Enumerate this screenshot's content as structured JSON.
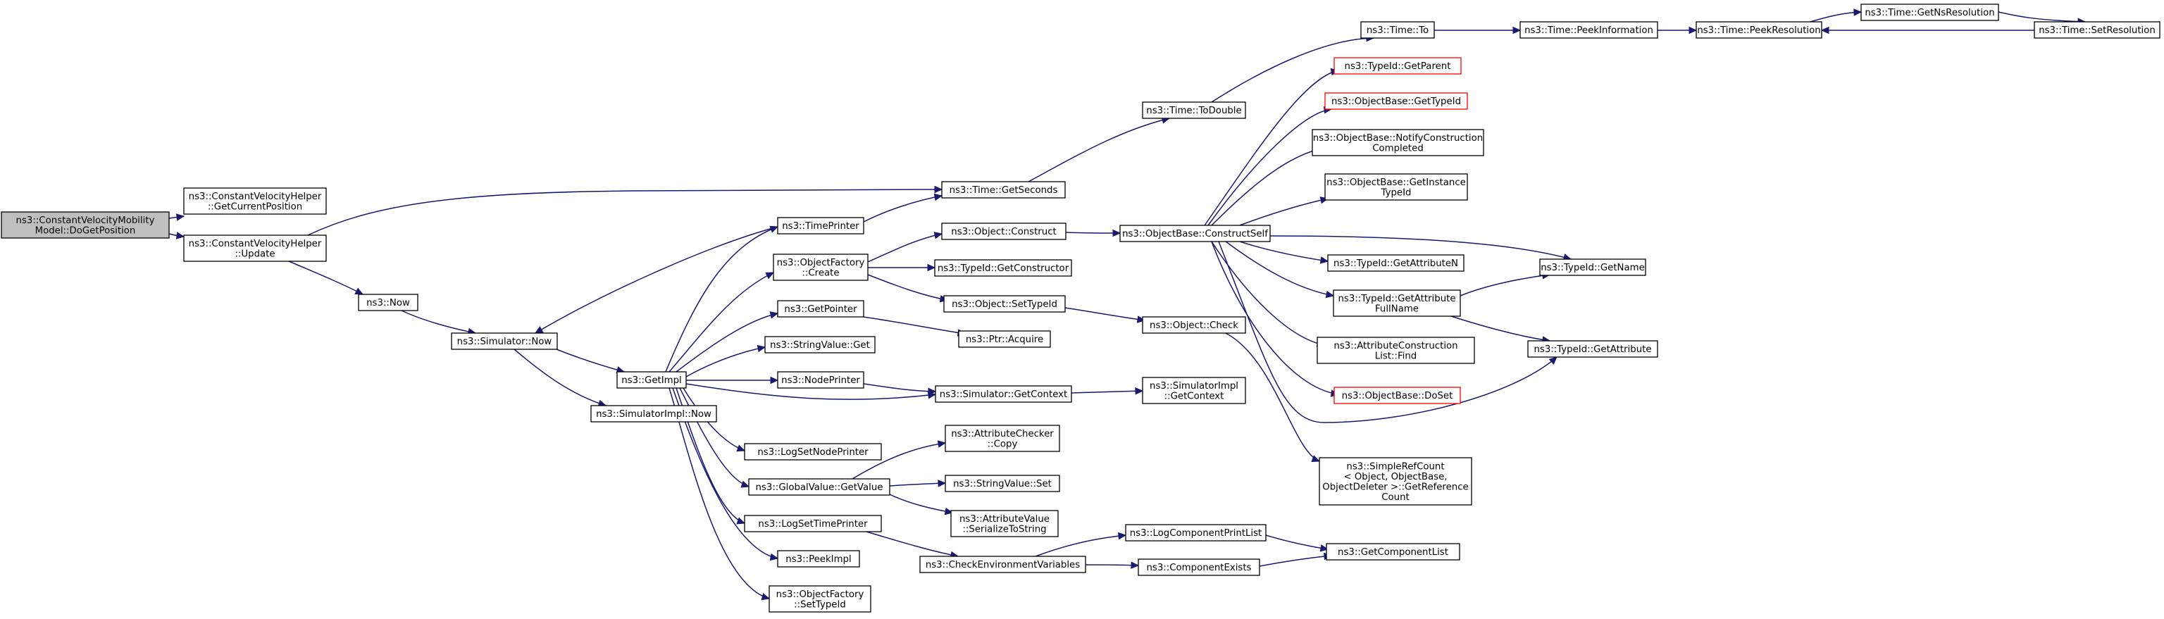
{
  "graph": {
    "colors": {
      "edge": "#191970",
      "node_border": "#000000",
      "root_fill": "#bfbfbf",
      "highlight_border": "#ff0000",
      "node_fill": "#ffffff"
    },
    "nodes": [
      {
        "id": "root",
        "lines": [
          "ns3::ConstantVelocityMobility",
          "Model::DoGetPosition"
        ],
        "style": "root"
      },
      {
        "id": "getCurrentPosition",
        "lines": [
          "ns3::ConstantVelocityHelper",
          "::GetCurrentPosition"
        ]
      },
      {
        "id": "helperUpdate",
        "lines": [
          "ns3::ConstantVelocityHelper",
          "::Update"
        ]
      },
      {
        "id": "now",
        "lines": [
          "ns3::Now"
        ]
      },
      {
        "id": "simulatorNow",
        "lines": [
          "ns3::Simulator::Now"
        ]
      },
      {
        "id": "getImpl",
        "lines": [
          "ns3::GetImpl"
        ]
      },
      {
        "id": "simulatorImplNow",
        "lines": [
          "ns3::SimulatorImpl::Now"
        ]
      },
      {
        "id": "timePrinter",
        "lines": [
          "ns3::TimePrinter"
        ]
      },
      {
        "id": "objectFactoryCreate",
        "lines": [
          "ns3::ObjectFactory",
          "::Create"
        ]
      },
      {
        "id": "getPointer",
        "lines": [
          "ns3::GetPointer"
        ]
      },
      {
        "id": "stringValueGet",
        "lines": [
          "ns3::StringValue::Get"
        ]
      },
      {
        "id": "nodePrinter",
        "lines": [
          "ns3::NodePrinter"
        ]
      },
      {
        "id": "logSetNodePrinter",
        "lines": [
          "ns3::LogSetNodePrinter"
        ]
      },
      {
        "id": "globalValueGetValue",
        "lines": [
          "ns3::GlobalValue::GetValue"
        ]
      },
      {
        "id": "logSetTimePrinter",
        "lines": [
          "ns3::LogSetTimePrinter"
        ]
      },
      {
        "id": "peekImpl",
        "lines": [
          "ns3::PeekImpl"
        ]
      },
      {
        "id": "objectFactorySetTypeId",
        "lines": [
          "ns3::ObjectFactory",
          "::SetTypeId"
        ]
      },
      {
        "id": "timeGetSeconds",
        "lines": [
          "ns3::Time::GetSeconds"
        ]
      },
      {
        "id": "objectConstruct",
        "lines": [
          "ns3::Object::Construct"
        ]
      },
      {
        "id": "typeIdGetConstructor",
        "lines": [
          "ns3::TypeId::GetConstructor"
        ]
      },
      {
        "id": "objectSetTypeId",
        "lines": [
          "ns3::Object::SetTypeId"
        ]
      },
      {
        "id": "ptrAcquire",
        "lines": [
          "ns3::Ptr::Acquire"
        ]
      },
      {
        "id": "simulatorGetContext",
        "lines": [
          "ns3::Simulator::GetContext"
        ]
      },
      {
        "id": "attributeCheckerCopy",
        "lines": [
          "ns3::AttributeChecker",
          "::Copy"
        ]
      },
      {
        "id": "stringValueSet",
        "lines": [
          "ns3::StringValue::Set"
        ]
      },
      {
        "id": "attributeValueSerialize",
        "lines": [
          "ns3::AttributeValue",
          "::SerializeToString"
        ]
      },
      {
        "id": "checkEnvironmentVariables",
        "lines": [
          "ns3::CheckEnvironmentVariables"
        ]
      },
      {
        "id": "timeToDouble",
        "lines": [
          "ns3::Time::ToDouble"
        ]
      },
      {
        "id": "objectBaseConstructSelf",
        "lines": [
          "ns3::ObjectBase::ConstructSelf"
        ]
      },
      {
        "id": "objectCheck",
        "lines": [
          "ns3::Object::Check"
        ]
      },
      {
        "id": "simulatorImplGetContext",
        "lines": [
          "ns3::SimulatorImpl",
          "::GetContext"
        ]
      },
      {
        "id": "logComponentPrintList",
        "lines": [
          "ns3::LogComponentPrintList"
        ]
      },
      {
        "id": "componentExists",
        "lines": [
          "ns3::ComponentExists"
        ]
      },
      {
        "id": "timeTo",
        "lines": [
          "ns3::Time::To"
        ]
      },
      {
        "id": "typeIdGetParent",
        "lines": [
          "ns3::TypeId::GetParent"
        ],
        "style": "red"
      },
      {
        "id": "objectBaseGetTypeId",
        "lines": [
          "ns3::ObjectBase::GetTypeId"
        ],
        "style": "red"
      },
      {
        "id": "notifyConstructionCompleted",
        "lines": [
          "ns3::ObjectBase::NotifyConstruction",
          "Completed"
        ]
      },
      {
        "id": "getInstanceTypeId",
        "lines": [
          "ns3::ObjectBase::GetInstance",
          "TypeId"
        ]
      },
      {
        "id": "typeIdGetAttributeN",
        "lines": [
          "ns3::TypeId::GetAttributeN"
        ]
      },
      {
        "id": "typeIdGetAttributeFullName",
        "lines": [
          "ns3::TypeId::GetAttribute",
          "FullName"
        ]
      },
      {
        "id": "attributeConstructionListFind",
        "lines": [
          "ns3::AttributeConstruction",
          "List::Find"
        ]
      },
      {
        "id": "objectBaseDoSet",
        "lines": [
          "ns3::ObjectBase::DoSet"
        ],
        "style": "red"
      },
      {
        "id": "simpleRefCount",
        "lines": [
          "ns3::SimpleRefCount",
          "< Object, ObjectBase,",
          " ObjectDeleter >::GetReference",
          "Count"
        ]
      },
      {
        "id": "getComponentList",
        "lines": [
          "ns3::GetComponentList"
        ]
      },
      {
        "id": "timePeekInformation",
        "lines": [
          "ns3::Time::PeekInformation"
        ]
      },
      {
        "id": "typeIdGetName",
        "lines": [
          "ns3::TypeId::GetName"
        ]
      },
      {
        "id": "typeIdGetAttribute",
        "lines": [
          "ns3::TypeId::GetAttribute"
        ]
      },
      {
        "id": "timePeekResolution",
        "lines": [
          "ns3::Time::PeekResolution"
        ]
      },
      {
        "id": "timeGetNsResolution",
        "lines": [
          "ns3::Time::GetNsResolution"
        ]
      },
      {
        "id": "timeSetResolution",
        "lines": [
          "ns3::Time::SetResolution"
        ]
      }
    ],
    "edges": [
      {
        "from": "root",
        "to": "getCurrentPosition"
      },
      {
        "from": "root",
        "to": "helperUpdate"
      },
      {
        "from": "helperUpdate",
        "to": "timeGetSeconds"
      },
      {
        "from": "helperUpdate",
        "to": "now"
      },
      {
        "from": "now",
        "to": "simulatorNow"
      },
      {
        "from": "simulatorNow",
        "to": "getImpl"
      },
      {
        "from": "simulatorNow",
        "to": "simulatorImplNow"
      },
      {
        "from": "getImpl",
        "to": "timePrinter"
      },
      {
        "from": "getImpl",
        "to": "objectFactoryCreate"
      },
      {
        "from": "getImpl",
        "to": "getPointer"
      },
      {
        "from": "getImpl",
        "to": "stringValueGet"
      },
      {
        "from": "getImpl",
        "to": "nodePrinter"
      },
      {
        "from": "getImpl",
        "to": "simulatorGetContext"
      },
      {
        "from": "getImpl",
        "to": "logSetNodePrinter"
      },
      {
        "from": "getImpl",
        "to": "globalValueGetValue"
      },
      {
        "from": "getImpl",
        "to": "logSetTimePrinter"
      },
      {
        "from": "getImpl",
        "to": "peekImpl"
      },
      {
        "from": "getImpl",
        "to": "objectFactorySetTypeId"
      },
      {
        "from": "timePrinter",
        "to": "simulatorNow"
      },
      {
        "from": "timePrinter",
        "to": "timeGetSeconds"
      },
      {
        "from": "objectFactoryCreate",
        "to": "objectConstruct"
      },
      {
        "from": "objectFactoryCreate",
        "to": "typeIdGetConstructor"
      },
      {
        "from": "objectFactoryCreate",
        "to": "objectSetTypeId"
      },
      {
        "from": "getPointer",
        "to": "ptrAcquire"
      },
      {
        "from": "nodePrinter",
        "to": "simulatorGetContext"
      },
      {
        "from": "globalValueGetValue",
        "to": "attributeCheckerCopy"
      },
      {
        "from": "globalValueGetValue",
        "to": "stringValueSet"
      },
      {
        "from": "globalValueGetValue",
        "to": "attributeValueSerialize"
      },
      {
        "from": "logSetTimePrinter",
        "to": "checkEnvironmentVariables"
      },
      {
        "from": "timeGetSeconds",
        "to": "timeToDouble"
      },
      {
        "from": "objectConstruct",
        "to": "objectBaseConstructSelf"
      },
      {
        "from": "objectSetTypeId",
        "to": "objectCheck"
      },
      {
        "from": "simulatorGetContext",
        "to": "simulatorImplGetContext"
      },
      {
        "from": "checkEnvironmentVariables",
        "to": "logComponentPrintList"
      },
      {
        "from": "checkEnvironmentVariables",
        "to": "componentExists"
      },
      {
        "from": "timeToDouble",
        "to": "timeTo"
      },
      {
        "from": "objectBaseConstructSelf",
        "to": "typeIdGetParent"
      },
      {
        "from": "objectBaseConstructSelf",
        "to": "objectBaseGetTypeId"
      },
      {
        "from": "objectBaseConstructSelf",
        "to": "notifyConstructionCompleted"
      },
      {
        "from": "objectBaseConstructSelf",
        "to": "getInstanceTypeId"
      },
      {
        "from": "objectBaseConstructSelf",
        "to": "typeIdGetAttributeN"
      },
      {
        "from": "objectBaseConstructSelf",
        "to": "typeIdGetAttributeFullName"
      },
      {
        "from": "objectBaseConstructSelf",
        "to": "attributeConstructionListFind"
      },
      {
        "from": "objectBaseConstructSelf",
        "to": "objectBaseDoSet"
      },
      {
        "from": "objectBaseConstructSelf",
        "to": "typeIdGetName"
      },
      {
        "from": "objectBaseConstructSelf",
        "to": "typeIdGetAttribute"
      },
      {
        "from": "objectCheck",
        "to": "simpleRefCount"
      },
      {
        "from": "logComponentPrintList",
        "to": "getComponentList"
      },
      {
        "from": "componentExists",
        "to": "getComponentList"
      },
      {
        "from": "timeTo",
        "to": "timePeekInformation"
      },
      {
        "from": "timePeekInformation",
        "to": "timePeekResolution"
      },
      {
        "from": "timePeekResolution",
        "to": "timeGetNsResolution"
      },
      {
        "from": "timeGetNsResolution",
        "to": "timeSetResolution"
      },
      {
        "from": "timeSetResolution",
        "to": "timePeekResolution"
      },
      {
        "from": "typeIdGetAttributeFullName",
        "to": "typeIdGetName"
      },
      {
        "from": "typeIdGetAttributeFullName",
        "to": "typeIdGetAttribute"
      }
    ]
  }
}
